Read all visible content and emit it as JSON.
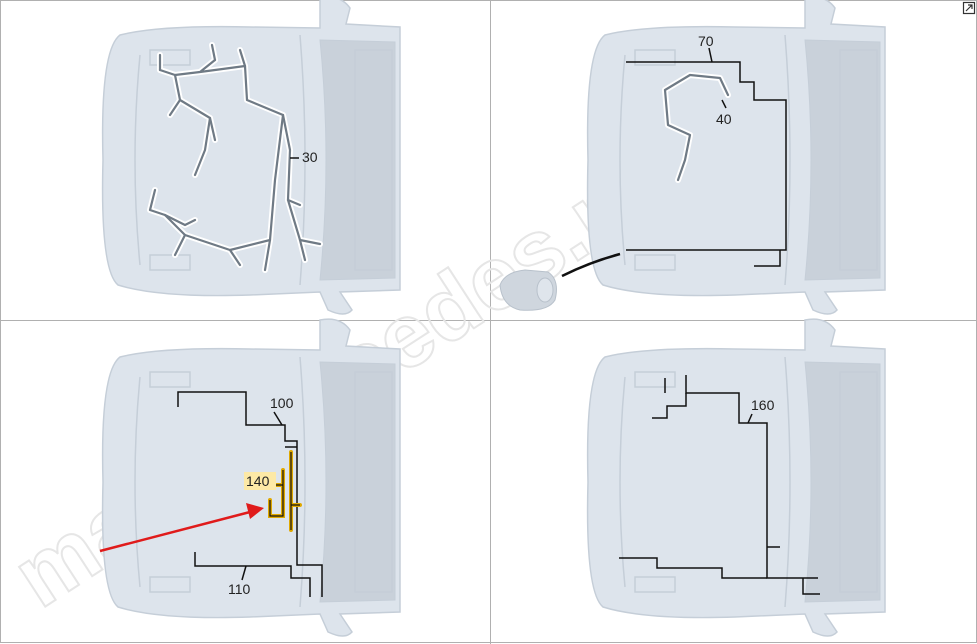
{
  "watermark": "mag-mercedes.ru",
  "corner_icon": "external-link-icon",
  "colors": {
    "grid_line": "#b0b0b0",
    "car_body": "#dde4ec",
    "car_edge": "#c5ced8",
    "car_dark": "#c9d1da",
    "harness": "#6f7a85",
    "leader": "#111111",
    "highlight_fill": "#fde9a6",
    "highlight_stroke": "#e0a800",
    "arrow": "#e01b1b",
    "watermark": "#e6e6e6"
  },
  "panels": [
    {
      "id": "top-left",
      "callouts": [
        {
          "label": "30"
        }
      ]
    },
    {
      "id": "top-right",
      "callouts": [
        {
          "label": "70"
        },
        {
          "label": "40"
        }
      ]
    },
    {
      "id": "bottom-left",
      "callouts": [
        {
          "label": "100"
        },
        {
          "label": "140",
          "highlighted": true
        },
        {
          "label": "110"
        }
      ]
    },
    {
      "id": "bottom-right",
      "callouts": [
        {
          "label": "160"
        }
      ]
    }
  ]
}
